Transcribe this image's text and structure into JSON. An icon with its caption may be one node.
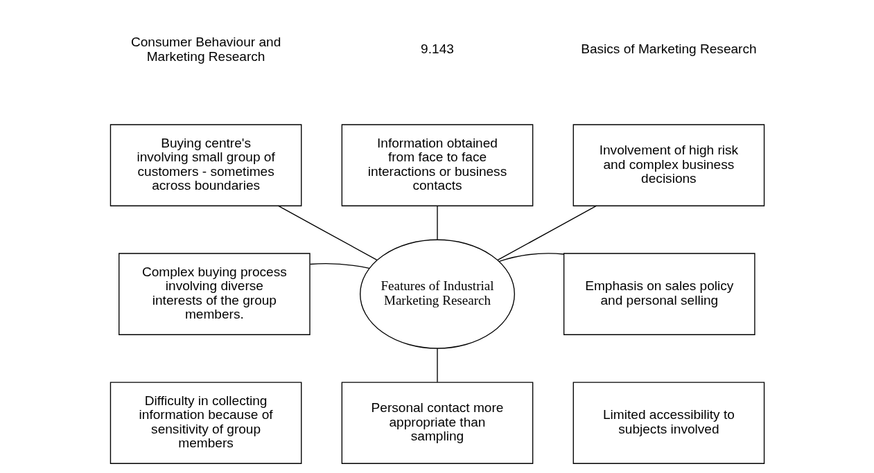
{
  "diagram": {
    "nodes": [
      {
        "text": [
          "Buying centre's involving small group of customers - sometimes across boundaries"
        ]
      },
      {
        "text": [
          "Information obtained from face to face interactions or business contacts"
        ]
      },
      {
        "text": [
          "Involvement of high risk and complex business decisions"
        ]
      },
      {
        "text": [
          "Complex buying process involving diverse interests of the group members."
        ]
      },
      {
        "text": [
          "Features of Industrial Marketing Research"
        ]
      },
      {
        "text": [
          "Emphasis on sales policy and personal selling"
        ]
      },
      {
        "text": [
          "Difficulty in collecting information because of sensitivity of group members"
        ]
      },
      {
        "text": [
          "Personal contact more appropriate than sampling"
        ]
      },
      {
        "text": [
          "Limited accessibility to subjects involved"
        ]
      }
    ],
    "edges": [
      {
        "from": 0,
        "to": 4,
        "arrow": "none"
      },
      {
        "from": 1,
        "to": 4,
        "arrow": "none"
      },
      {
        "from": 2,
        "to": 4,
        "arrow": "none"
      },
      {
        "from": 3,
        "to": 4,
        "arrow": "none"
      },
      {
        "from": 5,
        "to": 4,
        "arrow": "none"
      },
      {
        "from": 4,
        "to": 7,
        "arrow": "none"
      }
    ],
    "labels": [
      "Consumer Behaviour and Marketing Research",
      "9.143",
      "Basics of Marketing Research"
    ]
  }
}
